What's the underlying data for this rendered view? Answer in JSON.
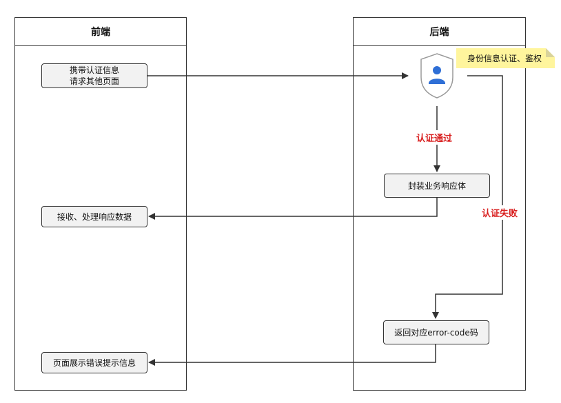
{
  "lanes": {
    "frontend": "前端",
    "backend": "后端"
  },
  "nodes": {
    "send_auth_line1": "携带认证信息",
    "send_auth_line2": "请求其他页面",
    "auth_check_icon": "shield-user-icon",
    "auth_note": "身份信息认证、鉴权",
    "wrap_response": "封装业务响应体",
    "receive_response": "接收、处理响应数据",
    "return_error": "返回对应error-code码",
    "show_error": "页面展示错误提示信息"
  },
  "edges": {
    "auth_pass": "认证通过",
    "auth_fail": "认证失败"
  },
  "colors": {
    "line": "#333333",
    "box_fill": "#f2f2f2",
    "label_red": "#d92020",
    "note_fill": "#fff59d",
    "shield_blue": "#2f6fd6"
  }
}
